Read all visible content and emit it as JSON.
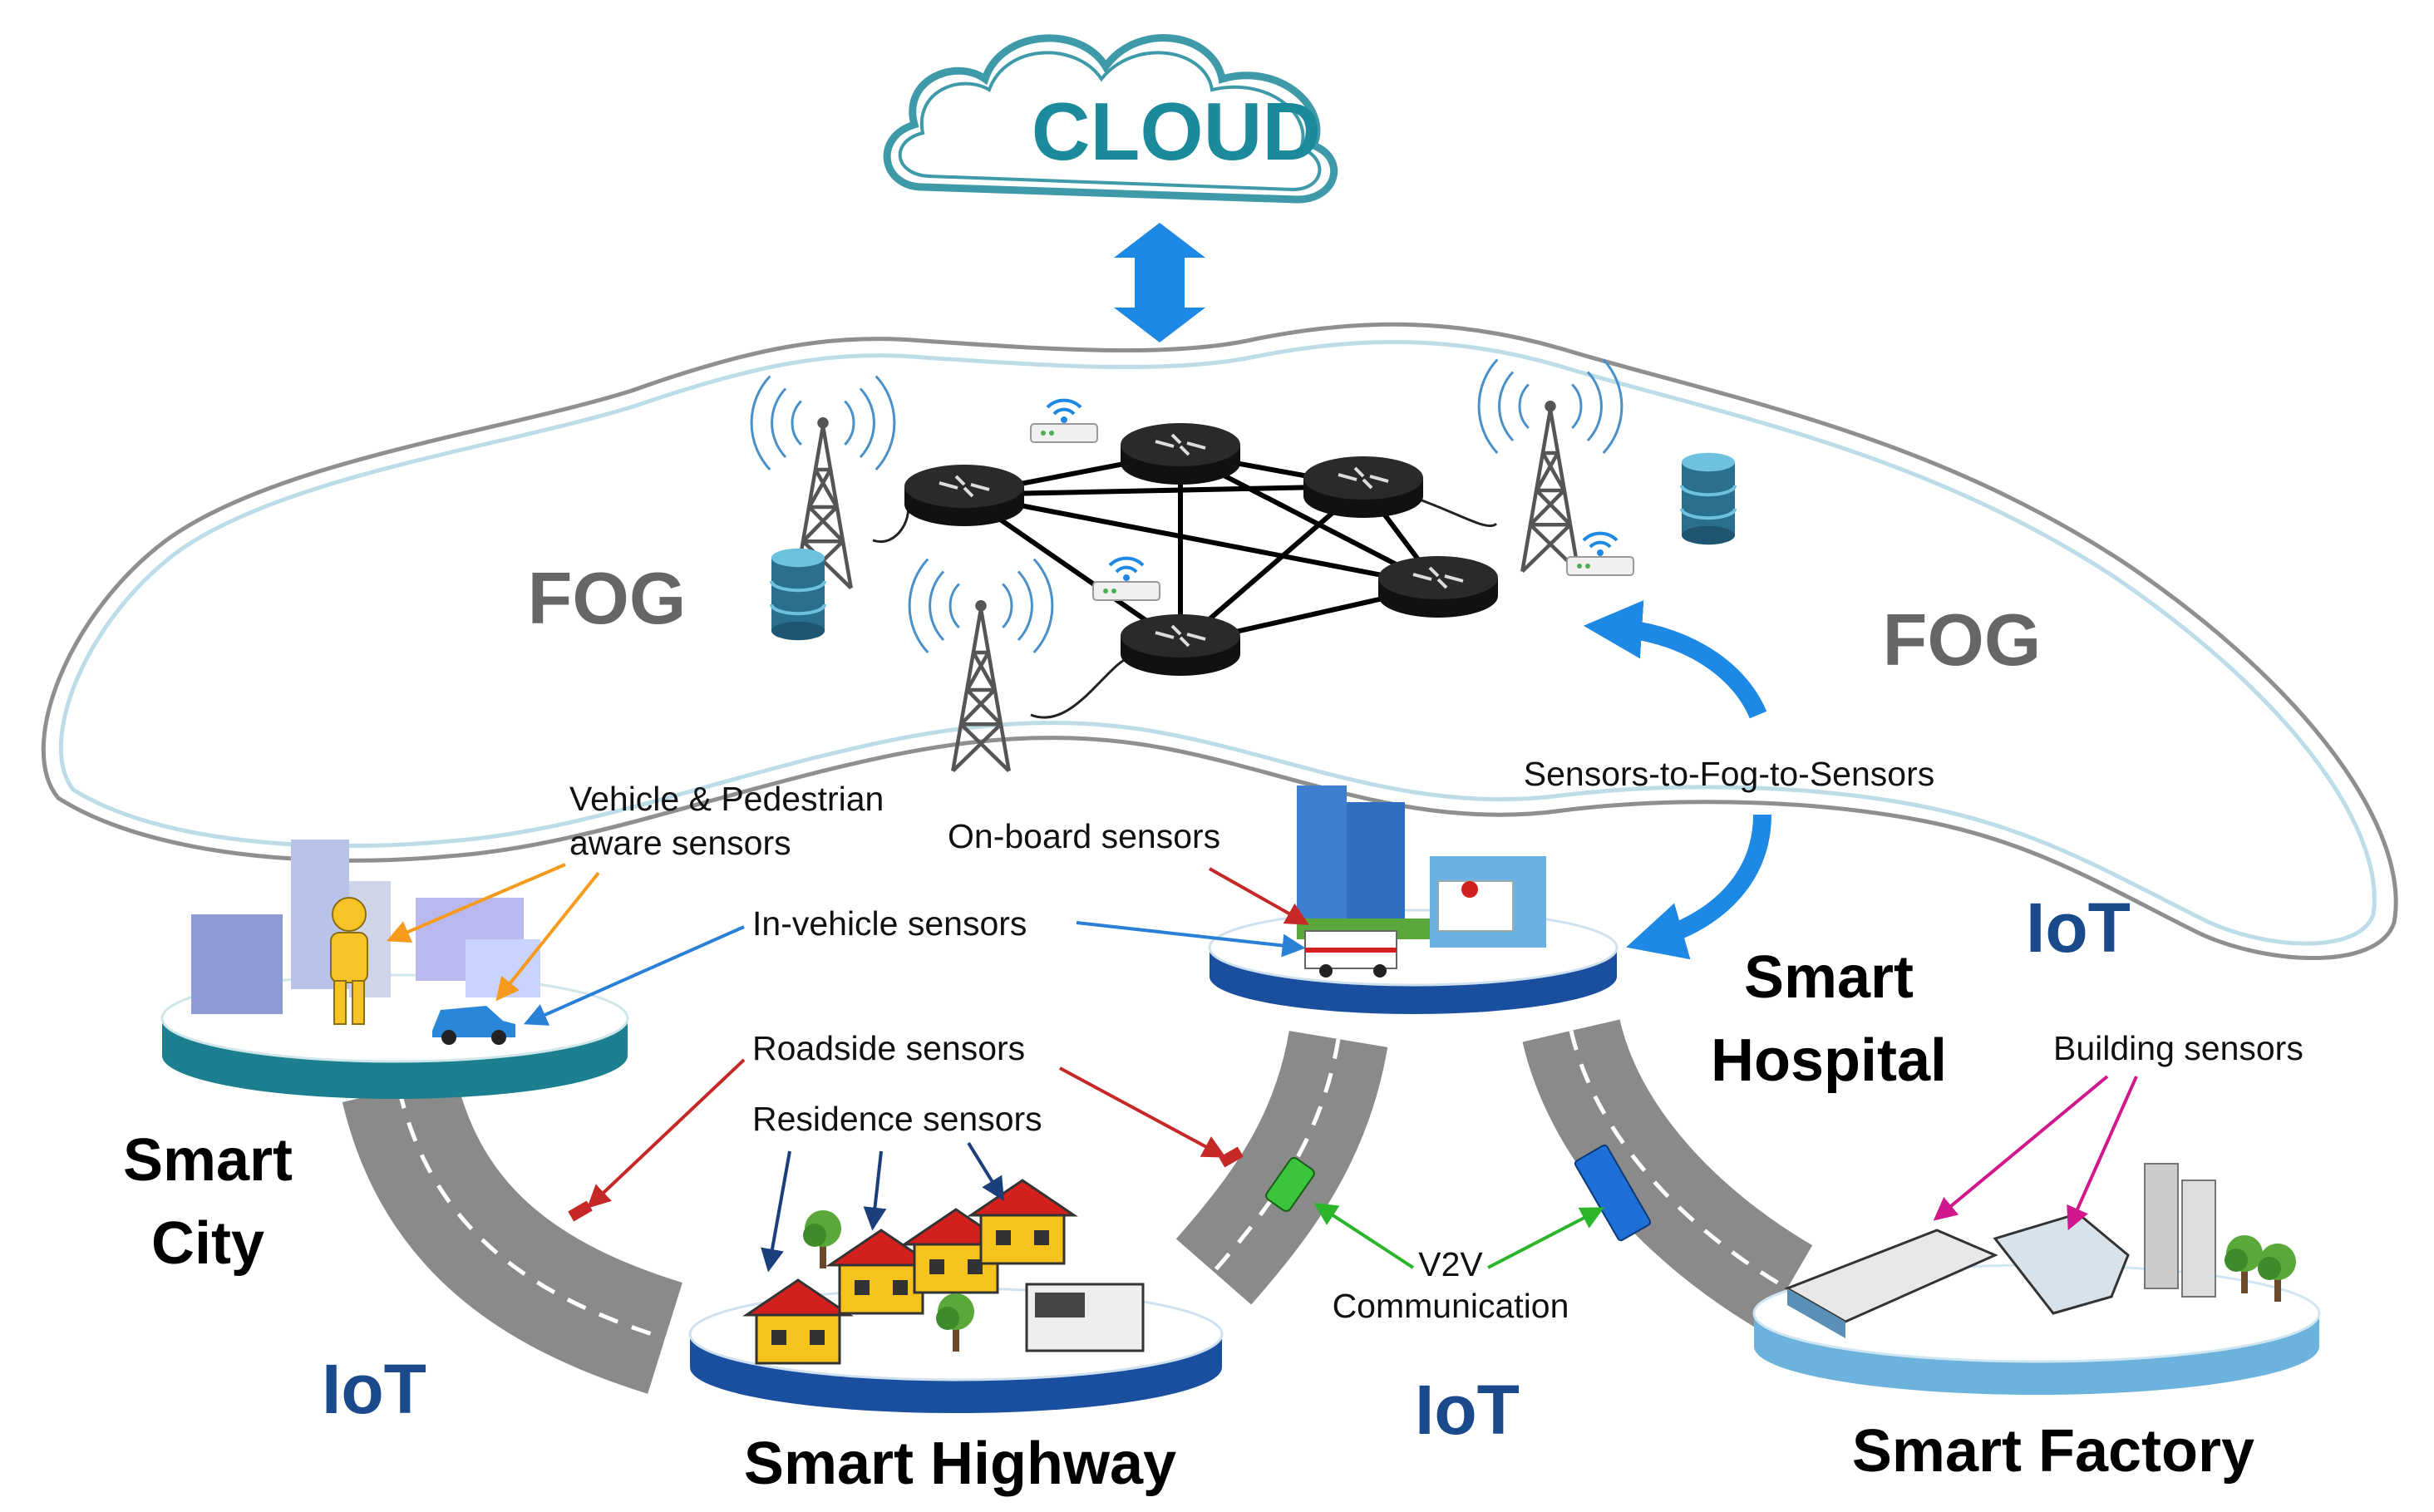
{
  "colors": {
    "cloud_text": "#1b8a9a",
    "cloud_outline": "#3e9aa8",
    "fog_text": "#666666",
    "fog_outline": "#8f8f8f",
    "iot_text": "#1a4a8c",
    "blue_arrow": "#1e88e5",
    "road": "#8a8a8a",
    "platform_teal": "#1b7f8f",
    "platform_blue": "#1a4fa0",
    "platform_light": "#6bb2dc",
    "orange_arrow": "#f59a1c",
    "red_arrow": "#c62828",
    "green_arrow": "#2bb52b",
    "navy_arrow": "#1a3f7a",
    "magenta_arrow": "#d0178c",
    "light_blue_arrow": "#2a7fd6"
  },
  "cloud": {
    "label": "CLOUD"
  },
  "fog": {
    "label_left": "FOG",
    "label_right": "FOG"
  },
  "iot": {
    "label_1": "IoT",
    "label_2": "IoT",
    "label_3": "IoT"
  },
  "flows": {
    "sensors_fog": "Sensors-to-Fog-to-Sensors"
  },
  "nodes": {
    "smart_city": {
      "line1": "Smart",
      "line2": "City"
    },
    "smart_hospital": {
      "line1": "Smart",
      "line2": "Hospital"
    },
    "smart_highway": {
      "label": "Smart Highway"
    },
    "smart_factory": {
      "label": "Smart Factory"
    }
  },
  "sensors": {
    "vehicle_pedestrian_1": "Vehicle & Pedestrian",
    "vehicle_pedestrian_2": "aware sensors",
    "on_board": "On-board sensors",
    "in_vehicle": "In-vehicle sensors",
    "roadside": "Roadside sensors",
    "residence": "Residence sensors",
    "building": "Building sensors",
    "v2v_1": "V2V",
    "v2v_2": "Communication"
  },
  "icons": [
    "cell-tower-icon",
    "router-icon",
    "wifi-router-icon",
    "database-icon",
    "person-icon",
    "car-icon",
    "ambulance-icon",
    "truck-icon",
    "house-icon",
    "tree-icon",
    "building-icon"
  ]
}
